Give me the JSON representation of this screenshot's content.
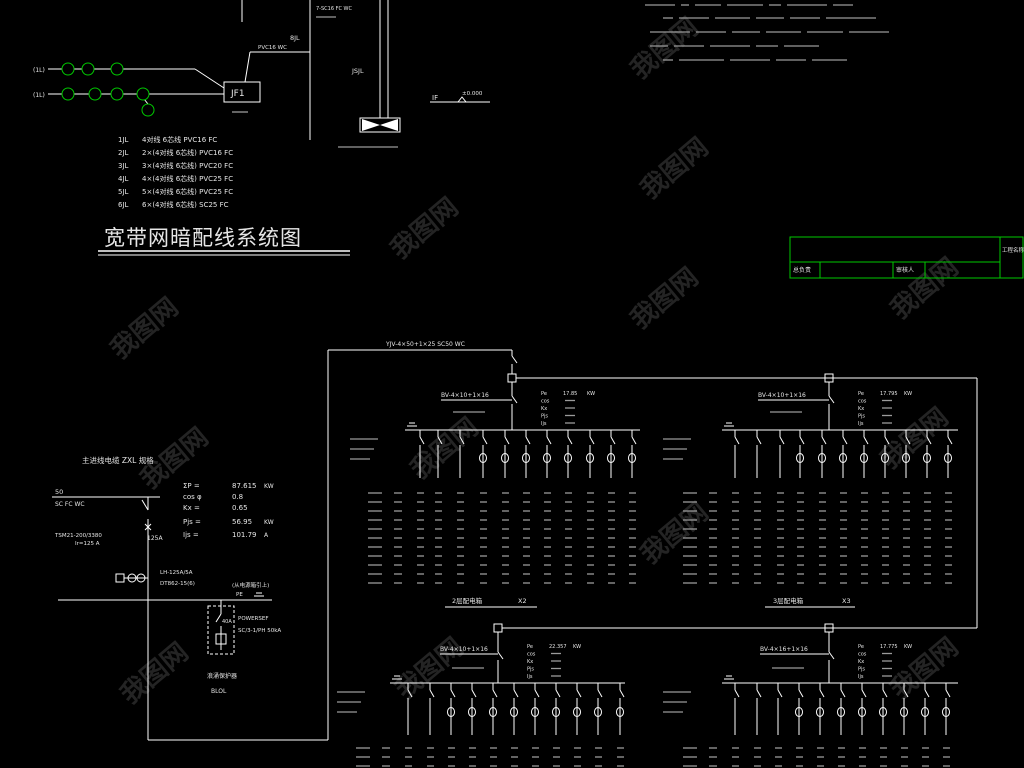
{
  "colors": {
    "background": "#000000",
    "line": "#ffffff",
    "accent_green": "#00c800",
    "text": "#e6e6e6",
    "watermark": "#242424"
  },
  "wiring": {
    "cable_8jl": "8JL",
    "cable_8jl_spec": "PVC16 WC",
    "riser_spec": "7-SC16 FC WC",
    "floor_label_1": "(1L)",
    "floor_label_2": "(1L)",
    "jf_box": "JF1",
    "jsjl": "JSJL",
    "entry_level_mark": "IF",
    "entry_level_value": "±0.000"
  },
  "legend": [
    {
      "code": "1JL",
      "spec": "4对线 6芯线 PVC16  FC"
    },
    {
      "code": "2JL",
      "spec": "2×(4对线 6芯线) PVC16  FC"
    },
    {
      "code": "3JL",
      "spec": "3×(4对线 6芯线) PVC20  FC"
    },
    {
      "code": "4JL",
      "spec": "4×(4对线 6芯线) PVC25  FC"
    },
    {
      "code": "5JL",
      "spec": "5×(4对线 6芯线) PVC25  FC"
    },
    {
      "code": "6JL",
      "spec": "6×(4对线 6芯线) SC25  FC"
    }
  ],
  "title": "宽带网暗配线系统图",
  "title_block": {
    "project_label": "工程名称",
    "role_1": "总负责",
    "role_2": "审核人"
  },
  "main_incoming": {
    "heading": "主进线电缆  ZXL  规格",
    "cable_size": "50",
    "laying": "SC  FC  WC",
    "breaker_model": "TSM21-200/3380",
    "breaker_setting": "Ir=125 A",
    "breaker_rating": "125A",
    "meter_ct": "LH-125A/5A",
    "meter_model": "DT862-15(6)",
    "from_note": "(从电源箱引上)",
    "pe_label": "PE",
    "spd_rating": "40A",
    "spd_brand": "POWERSEF",
    "spd_model": "SC/3-1/PH 50kA",
    "spd_name": "浪涌保护器",
    "spd_code": "BLOL"
  },
  "load_calc": [
    {
      "symbol": "ΣP =",
      "value": "87.615",
      "unit": "KW"
    },
    {
      "symbol": "cos φ",
      "value": "0.8",
      "unit": ""
    },
    {
      "symbol": "Kx =",
      "value": "0.65",
      "unit": ""
    },
    {
      "symbol": "Pjs =",
      "value": "56.95",
      "unit": "KW"
    },
    {
      "symbol": "Ijs =",
      "value": "101.79",
      "unit": "A"
    }
  ],
  "riser_cable": "YJV-4×50+1×25  SC50  WC",
  "panel_calc_labels": [
    "Pe",
    "cos",
    "Kx",
    "Pjs",
    "Ijs"
  ],
  "pe_unit": "KW",
  "panels": [
    {
      "feeder": "BV-4×10+1×16",
      "pe": "17.85",
      "name": "2层配电箱",
      "tag": "X2"
    },
    {
      "feeder": "BV-4×10+1×16",
      "pe": "17.795",
      "name": "3层配电箱",
      "tag": "X3"
    },
    {
      "feeder": "BV-4×10+1×16",
      "pe": "22.357"
    },
    {
      "feeder": "BV-4×16+1×16",
      "pe": "17.775"
    }
  ],
  "watermark": "我图网"
}
